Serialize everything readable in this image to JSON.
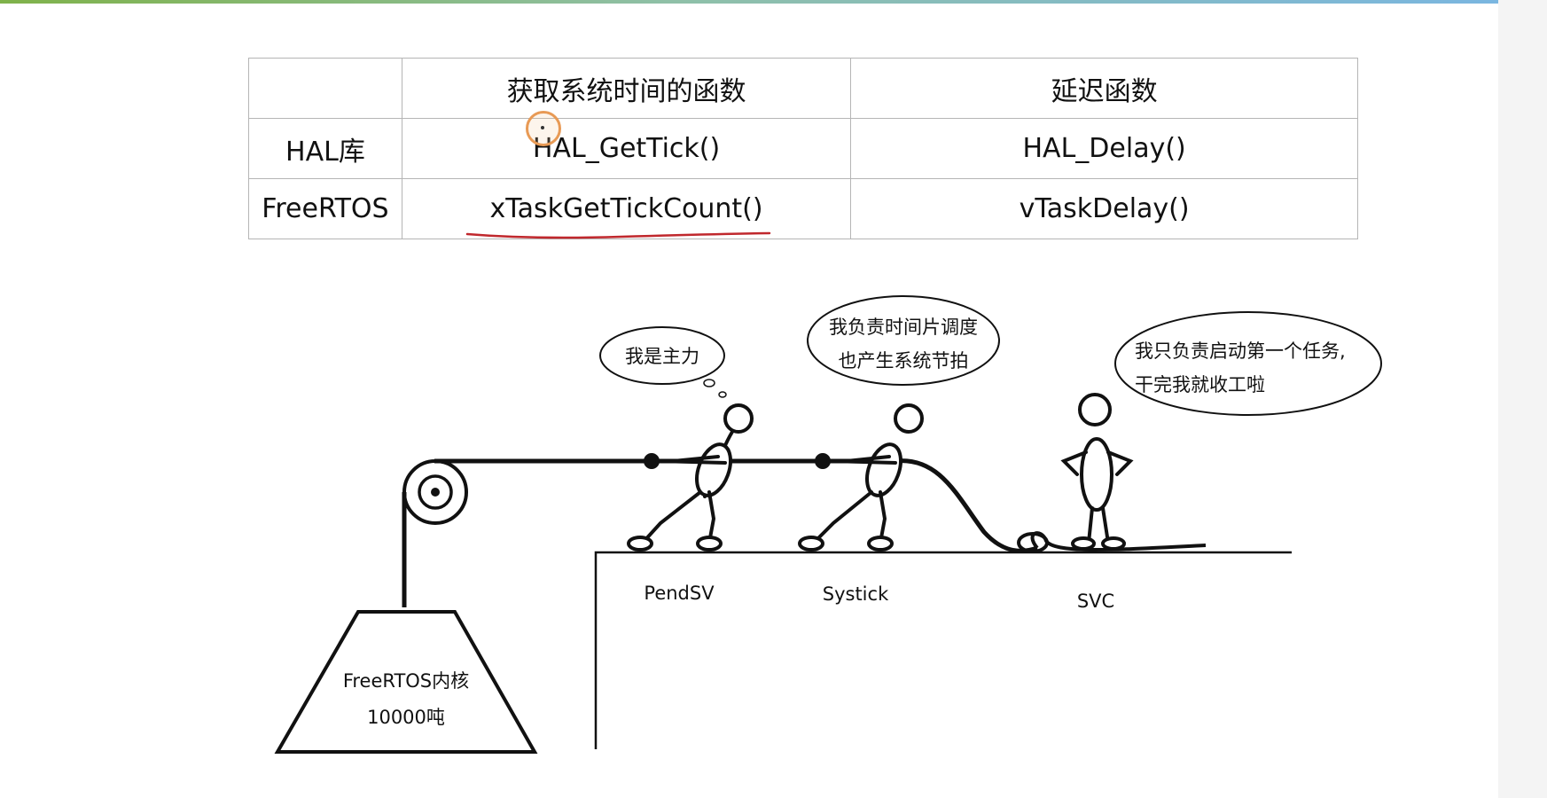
{
  "table": {
    "header": [
      "",
      "获取系统时间的函数",
      "延迟函数"
    ],
    "rows": [
      [
        "HAL库",
        "HAL_GetTick()",
        "HAL_Delay()"
      ],
      [
        "FreeRTOS",
        "xTaskGetTickCount()",
        "vTaskDelay()"
      ]
    ]
  },
  "diagram": {
    "load_label_line1": "FreeRTOS内核",
    "load_label_line2": "10000吨",
    "figures": [
      {
        "name": "PendSV",
        "speech": [
          "我是主力"
        ]
      },
      {
        "name": "Systick",
        "speech": [
          "我负责时间片调度",
          "也产生系统节拍"
        ]
      },
      {
        "name": "SVC",
        "speech": [
          "我只负责启动第一个任务,",
          "干完我就收工啦"
        ]
      }
    ]
  },
  "colors": {
    "underline": "#c0282d",
    "cursor_ring": "#e89a55",
    "ink": "#111111"
  }
}
